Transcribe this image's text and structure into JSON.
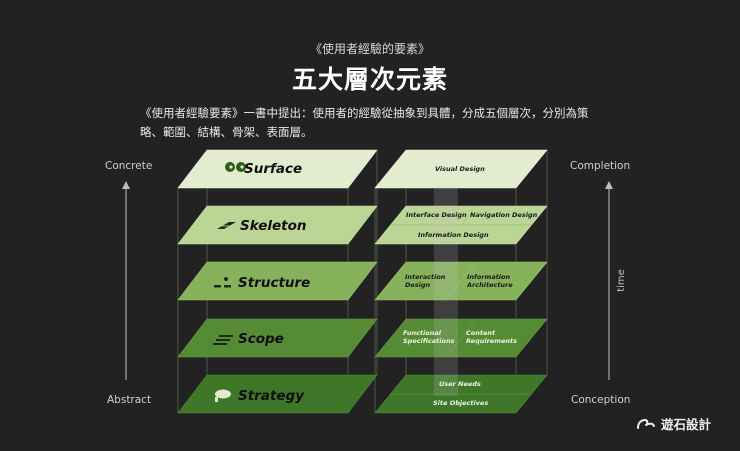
{
  "header": {
    "subtitle": "《使用者經驗的要素》",
    "title": "五大層次元素",
    "description": "《使用者經驗要素》一書中提出：使用者的經驗從抽象到具體，分成五個層次，分別為策略、範圍、結構、骨架、表面層。"
  },
  "left_axis": {
    "top_label": "Concrete",
    "bottom_label": "Abstract"
  },
  "right_axis": {
    "top_label": "Completion",
    "bottom_label": "Conception",
    "middle_label": "time"
  },
  "layers": [
    {
      "name": "Surface",
      "color": "#e4ecd0",
      "icon": "eyes-icon"
    },
    {
      "name": "Skeleton",
      "color": "#bad594",
      "icon": "skeleton-icon"
    },
    {
      "name": "Structure",
      "color": "#86b25c",
      "icon": "structure-icon"
    },
    {
      "name": "Scope",
      "color": "#568b36",
      "icon": "scope-icon"
    },
    {
      "name": "Strategy",
      "color": "#3f7728",
      "icon": "strategy-icon"
    }
  ],
  "right_layers": [
    {
      "items": [
        "Visual Design"
      ]
    },
    {
      "items": [
        "Interface Design",
        "Navigation Design",
        "Information Design"
      ]
    },
    {
      "items": [
        "Interaction Design",
        "Information Architecture"
      ]
    },
    {
      "items": [
        "Functional Specifications",
        "Content Requirements"
      ]
    },
    {
      "items": [
        "User Needs",
        "Site Objectives"
      ]
    }
  ],
  "brand": {
    "name": "遊石設計",
    "logo_icon": "ys-logo-icon"
  }
}
